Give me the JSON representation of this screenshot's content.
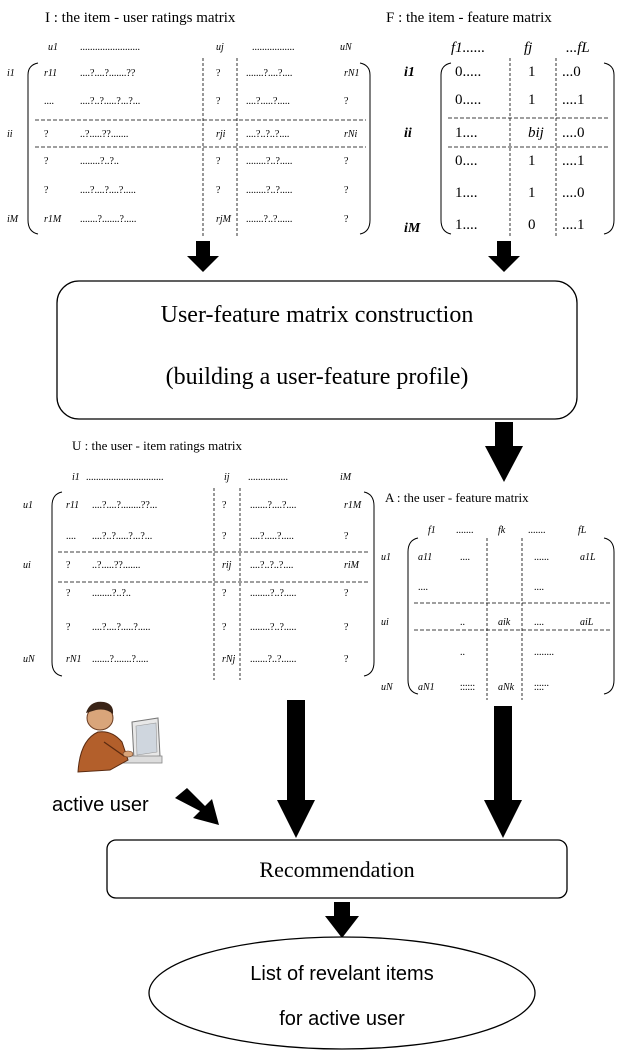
{
  "item_user_matrix": {
    "title": "I : the  item - user  ratings  matrix",
    "col_headers": [
      "u1",
      "........................",
      "uj",
      ".................",
      "uN"
    ],
    "row_labels": [
      "i1",
      "",
      "ii",
      "",
      "",
      "iM"
    ],
    "rows": [
      [
        "r11",
        "....?....?.......??",
        "?",
        ".......?....?....",
        "rN1"
      ],
      [
        "....",
        "....?..?.....?...?...",
        "?",
        "....?.....?.....",
        "?"
      ],
      [
        "?",
        "..?.....??.......",
        "rji",
        "....?..?..?....",
        "rNi"
      ],
      [
        "?",
        "........?..?..",
        "?",
        "........?..?.....",
        "?"
      ],
      [
        "?",
        "....?....?....?.....",
        "?",
        "........?..?.....",
        "?"
      ],
      [
        "r1M",
        ".......?.......?.....",
        "rjM",
        ".......?..?......",
        "?"
      ]
    ]
  },
  "item_feature_matrix": {
    "title": "F : the  item - feature matrix",
    "col_headers": [
      "f1......",
      "fj",
      "...fL"
    ],
    "row_labels": [
      "i1",
      "",
      "ii",
      "",
      "",
      "iM"
    ],
    "rows": [
      [
        "0.....",
        "1",
        "...0"
      ],
      [
        "0.....",
        "1",
        "....1"
      ],
      [
        "1....",
        "bij",
        "....0"
      ],
      [
        "0....",
        "1",
        "....1"
      ],
      [
        "1....",
        "1",
        "....0"
      ],
      [
        "1....",
        "0",
        "....1"
      ]
    ]
  },
  "construction_box": {
    "line1": "User-feature  matrix construction",
    "line2": "(building a user-feature profile)"
  },
  "user_item_matrix": {
    "title": "U : the   user - item    ratings    matrix",
    "col_headers": [
      "i1",
      "...............................",
      "ij",
      "................",
      "iM"
    ],
    "row_labels": [
      "u1",
      "",
      "ui",
      "",
      "",
      "uN"
    ],
    "rows": [
      [
        "r11",
        "....?....?........??...",
        "?",
        ".......?....?....",
        "r1M"
      ],
      [
        "....",
        "....?..?.....?...?...",
        "?",
        "....?.....?.....",
        "?"
      ],
      [
        "?",
        "..?.....??.......",
        "rij",
        "....?..?..?....",
        "riM"
      ],
      [
        "?",
        "........?..?..",
        "?",
        "........?..?.....",
        "?"
      ],
      [
        "?",
        "....?....?.....?.....",
        "?",
        "........?..?.....",
        "?"
      ],
      [
        "rN1",
        ".......?.......?.....",
        "rNj",
        ".......?..?......",
        "?"
      ]
    ]
  },
  "user_feature_matrix": {
    "title": "A : the   user - feature    matrix",
    "col_headers": [
      "f1",
      ".......",
      "fk",
      ".......",
      "fL"
    ],
    "row_labels": [
      "u1",
      "",
      "ui",
      "",
      "",
      "uN"
    ],
    "rows": [
      [
        "a11",
        "....",
        "",
        "......",
        "a1L"
      ],
      [
        "....",
        "",
        "",
        "....",
        ""
      ],
      [
        "",
        "..",
        "aik",
        "....",
        "aiL"
      ],
      [
        "",
        "..",
        "",
        "........",
        ""
      ],
      [
        "",
        "......",
        "",
        "......",
        ""
      ],
      [
        "aN1",
        "......",
        "aNk",
        "....",
        ""
      ]
    ]
  },
  "active_user_label": "active user",
  "recommendation_label": "Recommendation",
  "output": {
    "line1": "List of revelant items",
    "line2": "for active user"
  }
}
